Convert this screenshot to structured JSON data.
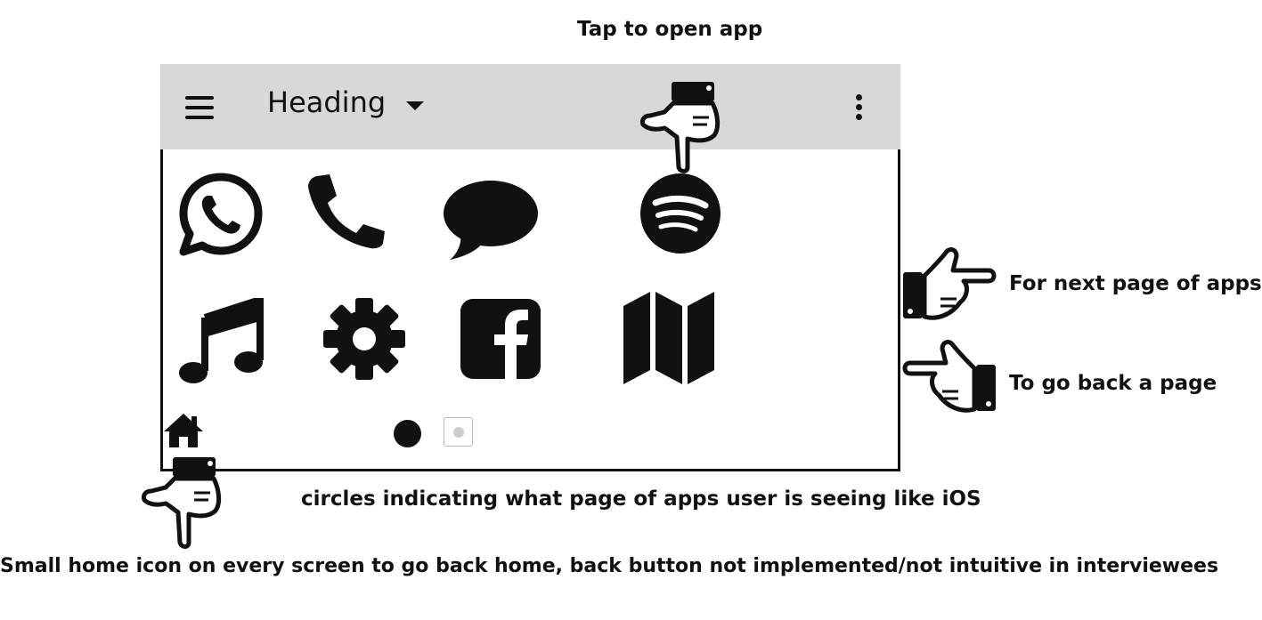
{
  "annotations": {
    "tap_to_open": "Tap to open app",
    "next_page": "For next page of apps",
    "go_back": "To go back a page",
    "page_circles": "circles indicating what page of apps user is seeing like iOS",
    "home_icon_note": "Small home icon on every screen to go back home, back button not implemented/not intuitive in interviewees"
  },
  "appbar": {
    "heading": "Heading",
    "menu_icon": "hamburger-icon",
    "dropdown_icon": "caret-down-icon",
    "more_icon": "kebab-icon"
  },
  "apps": [
    {
      "name": "whatsapp-icon"
    },
    {
      "name": "phone-icon"
    },
    {
      "name": "messages-icon"
    },
    {
      "name": "spotify-icon"
    },
    {
      "name": "music-icon"
    },
    {
      "name": "settings-gear-icon"
    },
    {
      "name": "facebook-icon"
    },
    {
      "name": "map-icon"
    }
  ],
  "pager": {
    "pages": 2,
    "current": 1
  },
  "colors": {
    "appbar_bg": "#d8d8d8",
    "ink": "#111111",
    "inactive_dot": "#cccccc"
  }
}
